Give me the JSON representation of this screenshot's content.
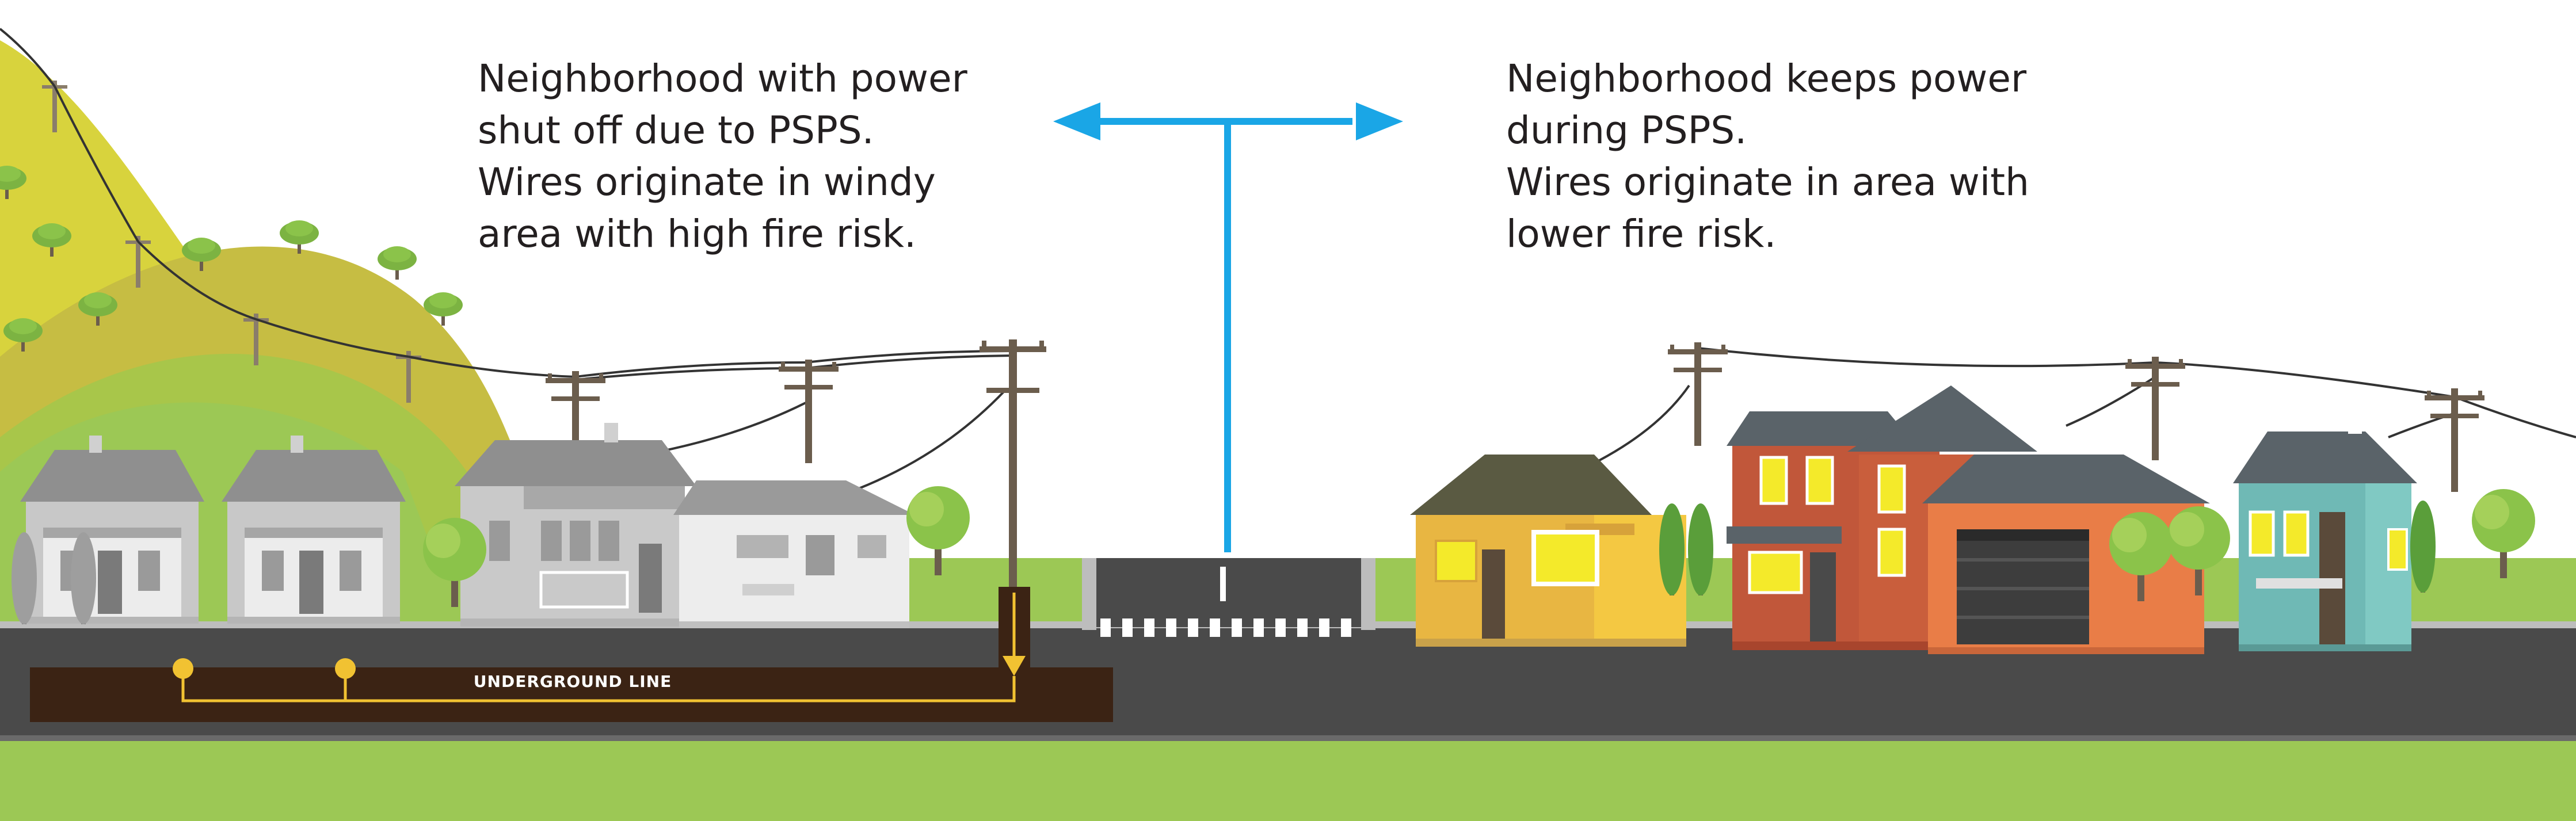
{
  "captions": {
    "left": [
      "Neighborhood with power",
      "shut off due to PSPS.",
      "Wires originate in windy",
      "area with high fire risk."
    ],
    "right": [
      "Neighborhood keeps power",
      "during PSPS.",
      "Wires originate in area with",
      "lower fire risk."
    ]
  },
  "underground": {
    "label": "UNDERGROUND LINE"
  },
  "colors": {
    "arrow": "#1aa6e6",
    "grass": "#9cc855",
    "road": "#4a4a4a",
    "underground": "#3b2314",
    "line": "#f1c232",
    "window_lit": "#f4ea2a",
    "hill_yellow": "#d8d33d",
    "hill_mustard": "#c6bd43"
  },
  "icons": {
    "arrow": "double-headed-arrow-icon",
    "pole": "utility-pole-icon",
    "tree": "tree-icon",
    "house": "house-icon"
  }
}
